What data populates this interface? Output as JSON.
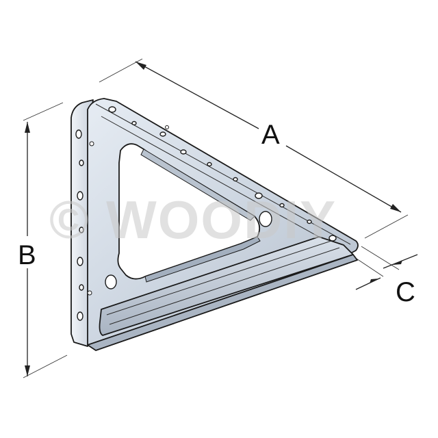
{
  "dimensions": {
    "a_label": "A",
    "b_label": "B",
    "c_label": "C"
  },
  "watermark": {
    "text": "© WOODIY"
  },
  "colors": {
    "metal_light": "#dfe6ef",
    "metal_mid": "#c3ccd8",
    "metal_dark": "#9aa6b5",
    "outline": "#1a1a1a",
    "background": "#ffffff"
  }
}
